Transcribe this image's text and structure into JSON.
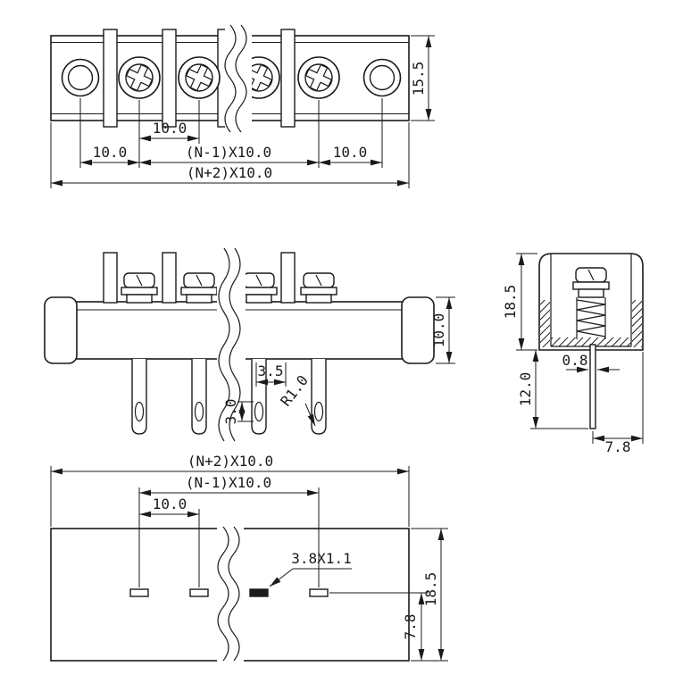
{
  "drawing": {
    "top_view": {
      "height": "15.5",
      "pitch": "10.0",
      "left_margin": "10.0",
      "span": "(N-1)X10.0",
      "right_margin": "10.0",
      "overall": "(N+2)X10.0"
    },
    "front_view": {
      "body_height": "10.0",
      "pin_offset": "3.5",
      "slot_height": "3.0",
      "radius": "R1.0"
    },
    "side_view": {
      "height": "18.5",
      "pin_thickness": "0.8",
      "pin_length": "12.0",
      "depth": "7.8"
    },
    "footprint_view": {
      "overall": "(N+2)X10.0",
      "span": "(N-1)X10.0",
      "pitch": "10.0",
      "pad_size": "3.8X1.1",
      "height": "18.5",
      "pad_offset": "7.8"
    }
  }
}
